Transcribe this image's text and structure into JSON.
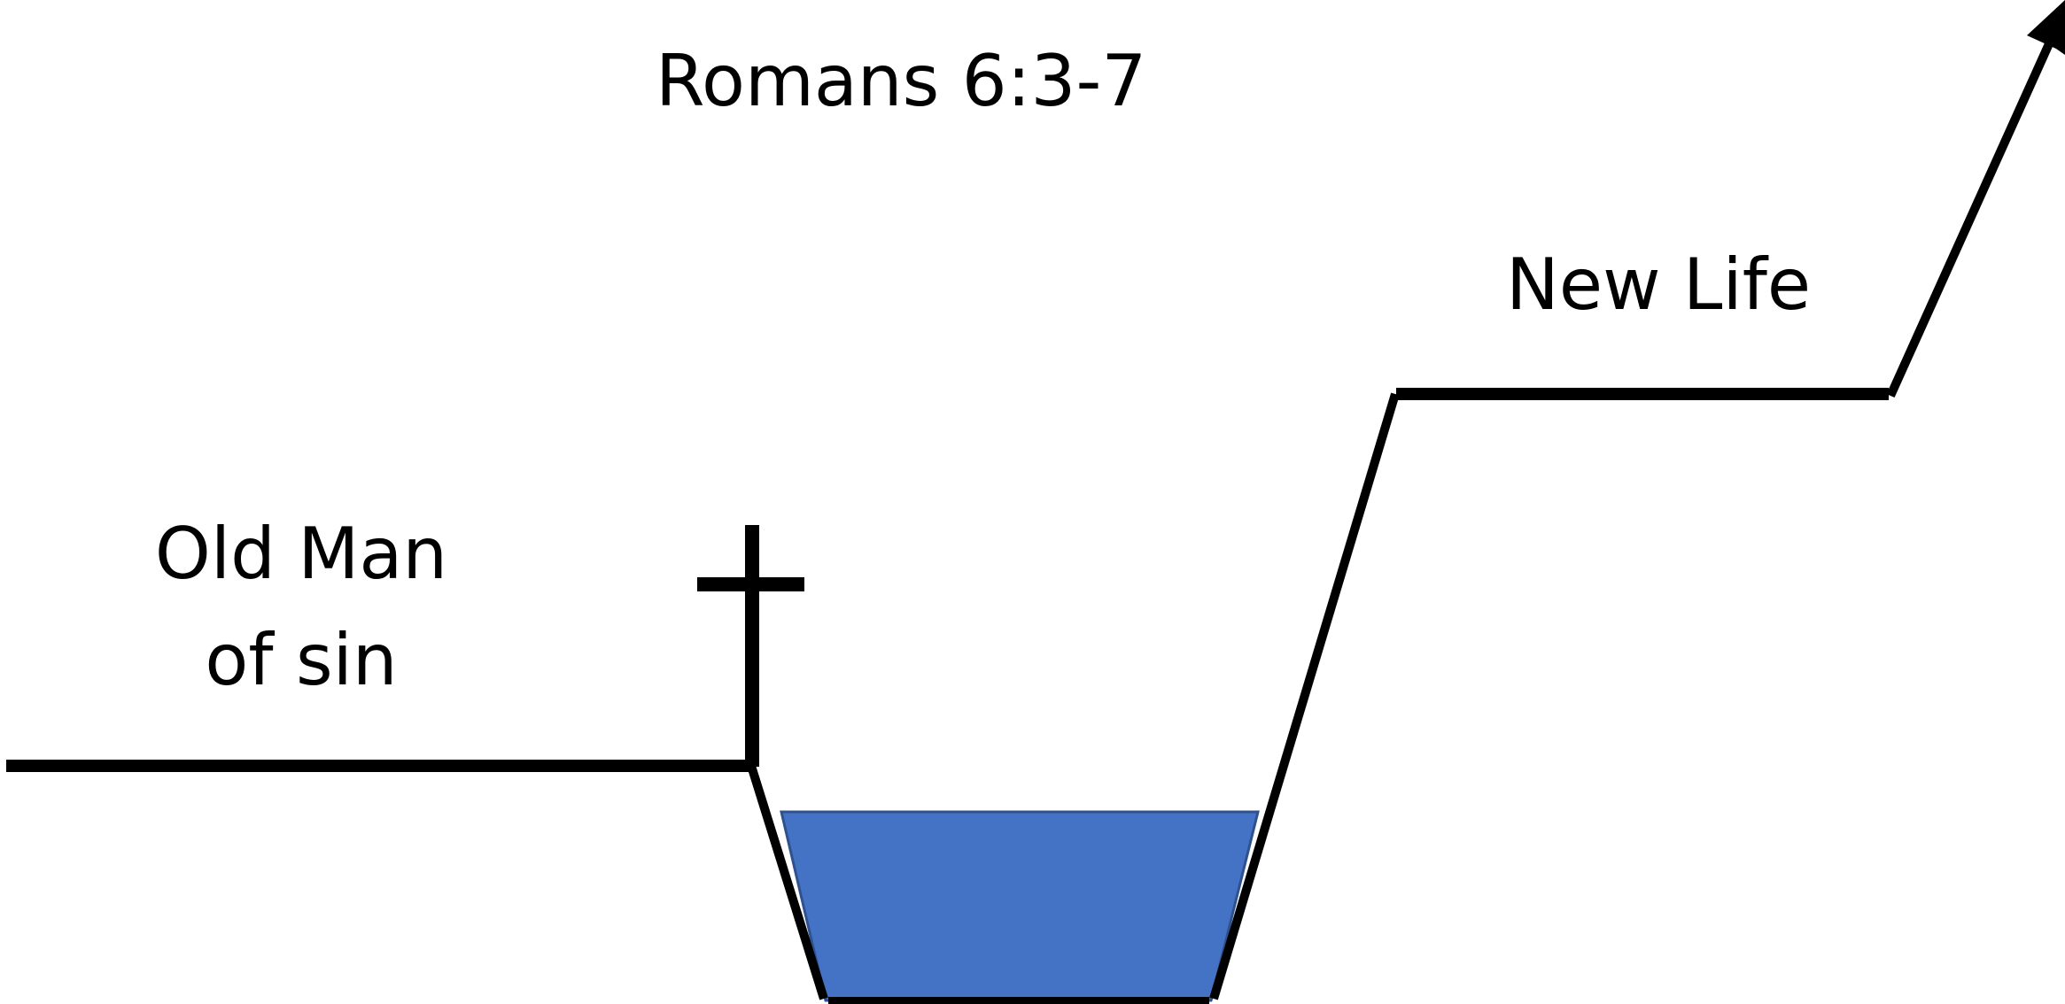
{
  "diagram": {
    "title": "Romans 6:3-7",
    "new_life_label": "New Life",
    "old_man_label_line1": "Old Man",
    "old_man_label_line2": "of sin",
    "colors": {
      "line": "#000000",
      "water": "#4472C4",
      "water_border": "#2F528F",
      "background": "#FFFFFF"
    },
    "icons": [
      "cross-icon",
      "arrow-head-icon"
    ]
  }
}
